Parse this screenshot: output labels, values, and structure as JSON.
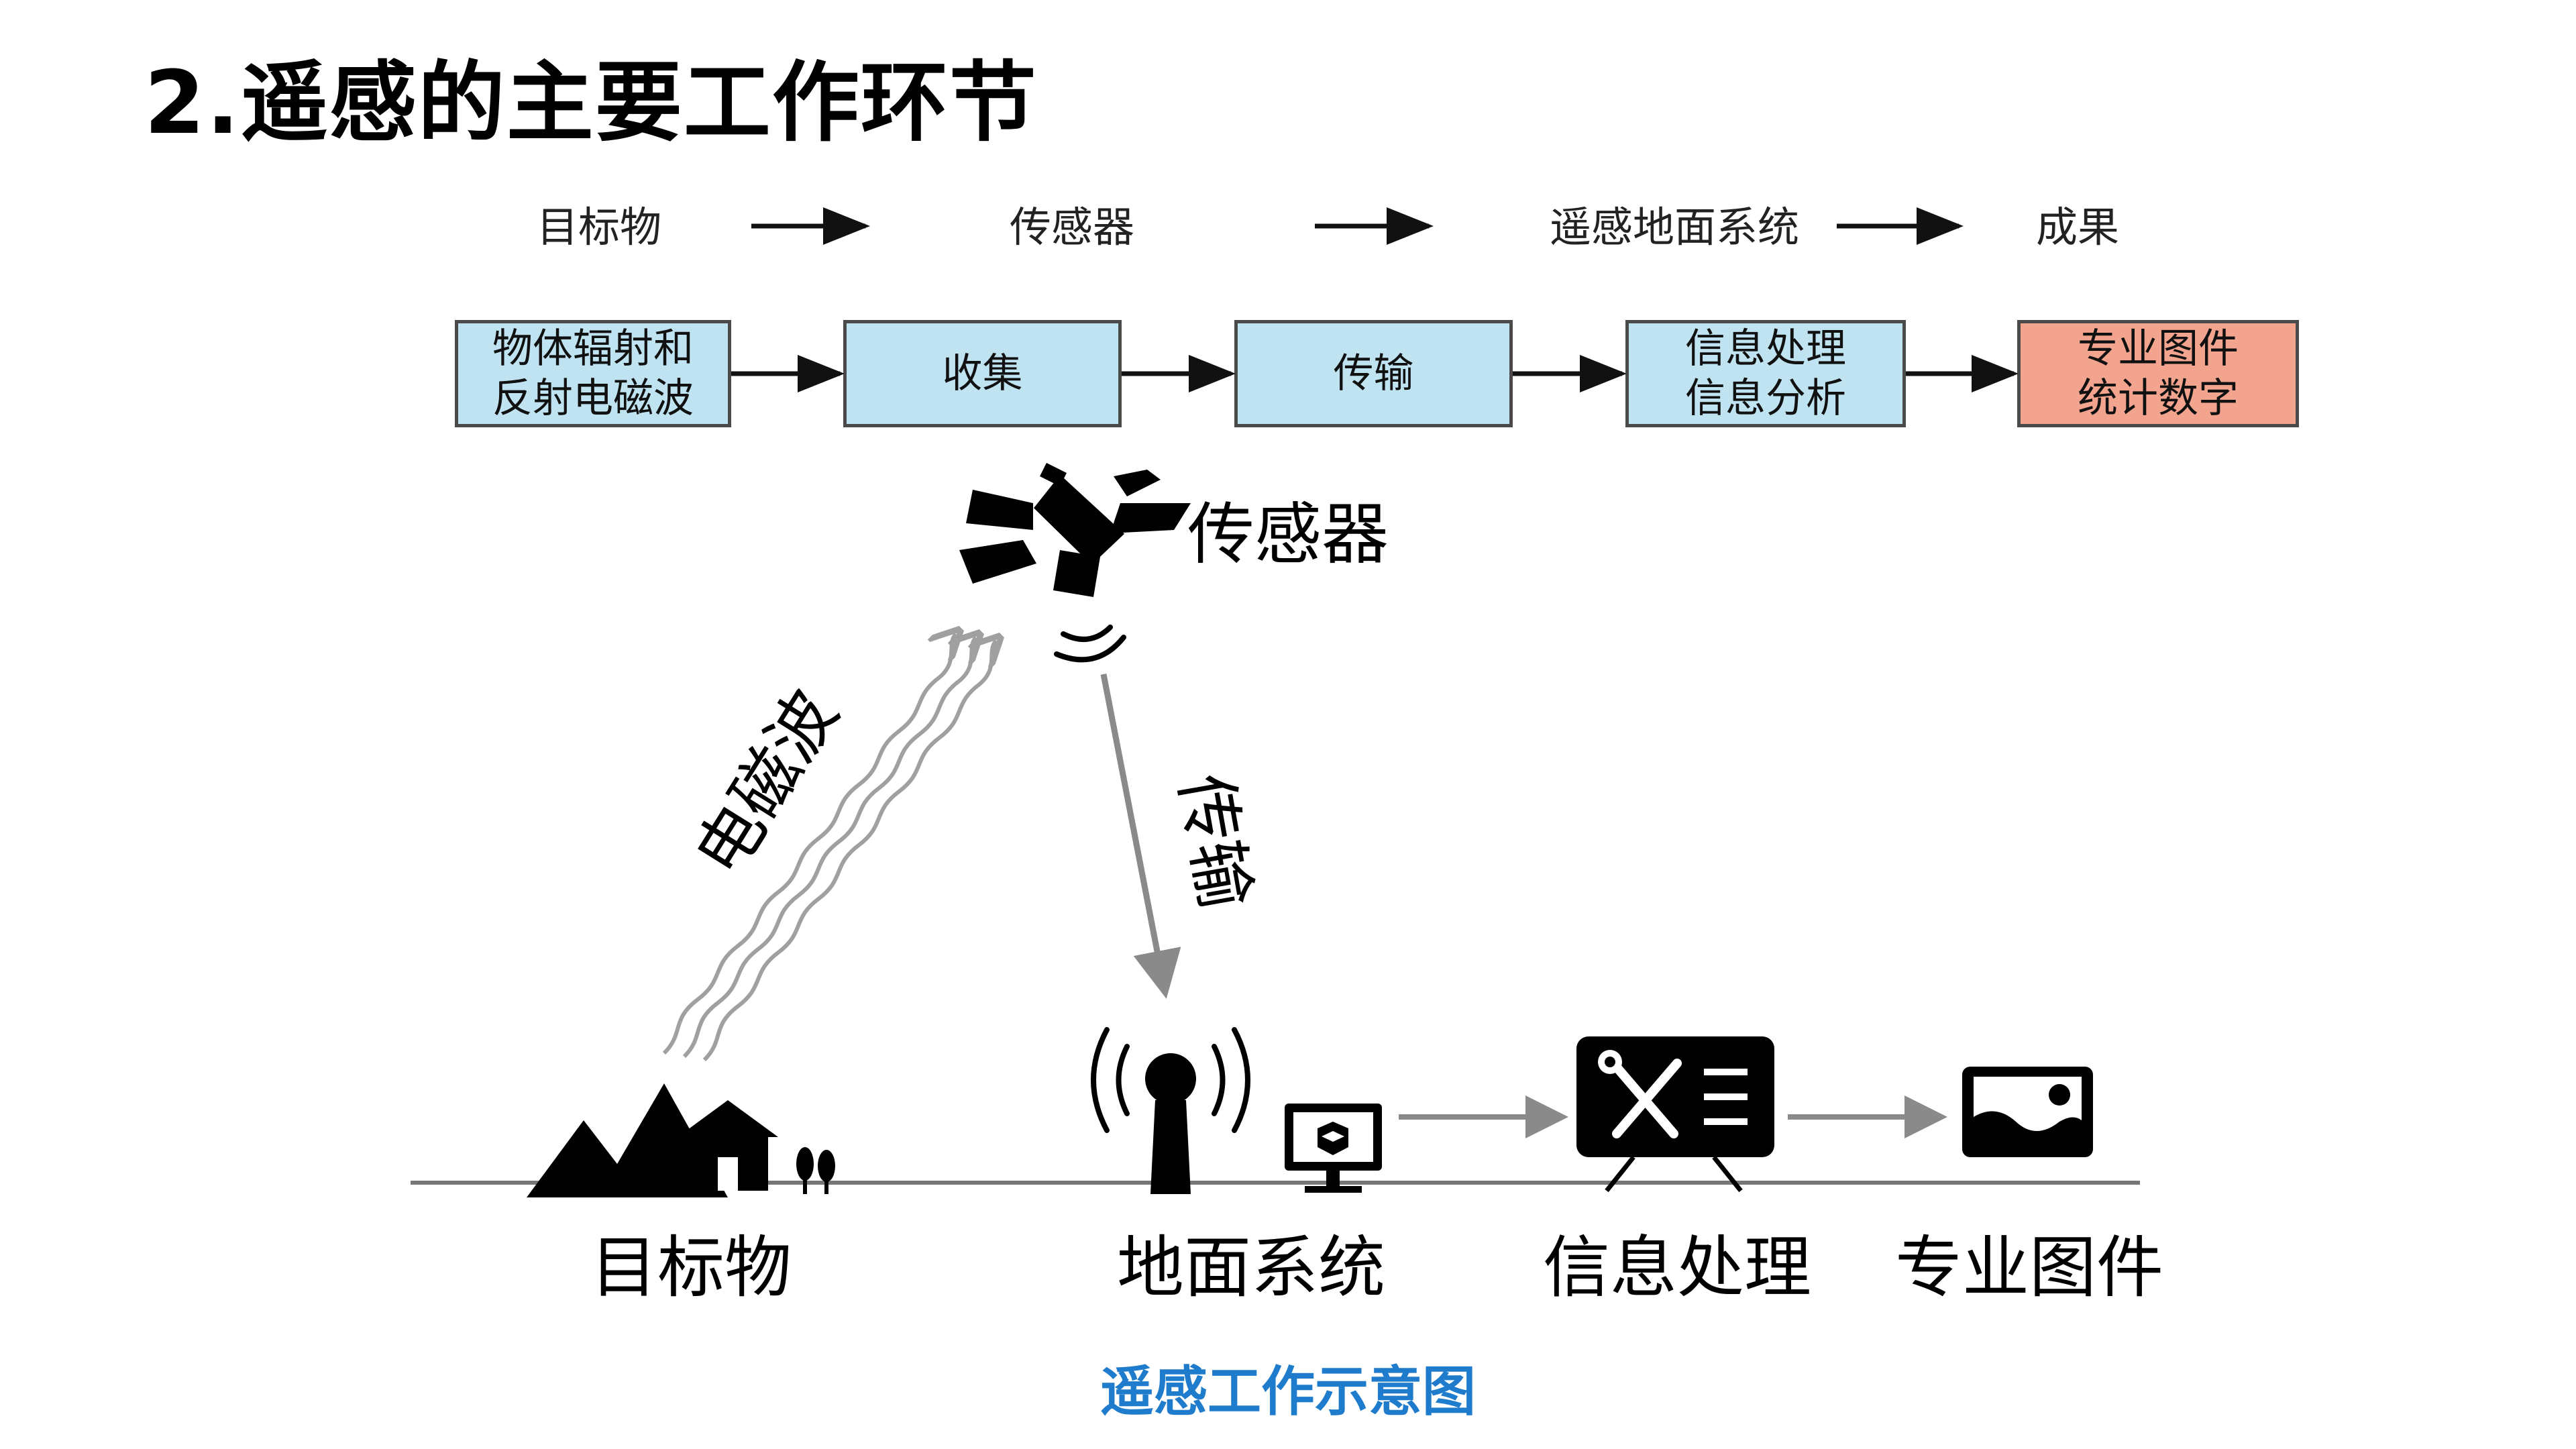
{
  "title": "2.遥感的主要工作环节",
  "top_flow": {
    "headers": [
      "目标物",
      "传感器",
      "遥感地面系统",
      "成果"
    ],
    "boxes": [
      {
        "line1": "物体辐射和",
        "line2": "反射电磁波"
      },
      {
        "line1": "收集",
        "line2": ""
      },
      {
        "line1": "传输",
        "line2": ""
      },
      {
        "line1": "信息处理",
        "line2": "信息分析"
      },
      {
        "line1": "专业图件",
        "line2": "统计数字"
      }
    ],
    "box_color": "#bfe3f1",
    "result_color": "#f2a48e"
  },
  "illustration": {
    "sensor_label": "传感器",
    "em_wave_label": "电磁波",
    "transmit_label": "传输",
    "bottom_labels": [
      "目标物",
      "地面系统",
      "信息处理",
      "专业图件"
    ]
  },
  "caption": "遥感工作示意图",
  "colors": {
    "caption": "#1f7ccc",
    "arrow_gray": "#8a8a8a"
  }
}
